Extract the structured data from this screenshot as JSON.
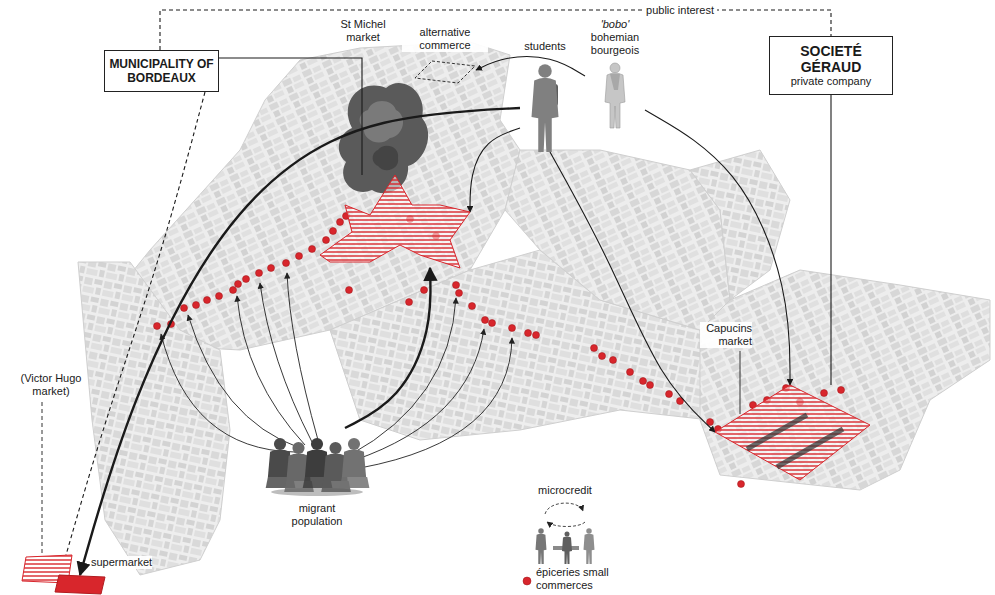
{
  "diagram": {
    "nodes": [
      {
        "text": [
          "MUNICIPALITY OF BORDEAUX"
        ]
      },
      {
        "text": [
          "SOCIETÉ GÉRAUD",
          "private company"
        ]
      },
      {
        "text": [
          "St Michel market"
        ]
      },
      {
        "text": [
          "alternative commerce"
        ]
      },
      {
        "text": [
          "'bobo'",
          "bohemian bourgeois"
        ]
      },
      {
        "text": [
          "students"
        ]
      },
      {
        "text": [
          "Capucins market"
        ]
      },
      {
        "text": [
          "(Victor Hugo market)"
        ]
      },
      {
        "text": [
          "supermarket"
        ]
      },
      {
        "text": [
          "migrant population"
        ]
      },
      {
        "text": [
          "microcredit"
        ]
      }
    ],
    "edges": [
      {
        "from": 0,
        "to": 1,
        "label": "public interest",
        "arrow": "none"
      },
      {
        "from": 0,
        "to": 2,
        "arrow": "none"
      },
      {
        "from": 1,
        "to": 6,
        "arrow": "none"
      },
      {
        "from": 0,
        "to": 7,
        "arrow": "none"
      },
      {
        "from": 4,
        "to": 3,
        "arrow": "to"
      },
      {
        "from": 4,
        "to": 6,
        "arrow": "to"
      },
      {
        "from": 5,
        "to": 2,
        "arrow": "to"
      },
      {
        "from": 5,
        "to": 8,
        "arrow": "to"
      },
      {
        "from": 5,
        "to": 6,
        "arrow": "to"
      },
      {
        "from": 9,
        "to": 2,
        "arrow": "to"
      }
    ],
    "legend": [
      {
        "text": "épiceries small commerces",
        "color": "#d8262c"
      }
    ]
  }
}
